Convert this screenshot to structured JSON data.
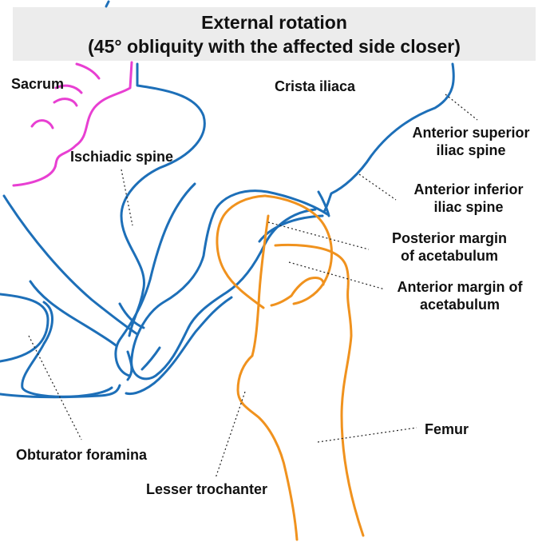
{
  "title": {
    "line1": "External rotation",
    "line2": "(45° obliquity with the affected side closer)"
  },
  "labels": {
    "sacrum": "Sacrum",
    "crista_iliaca": "Crista iliaca",
    "asis_line1": "Anterior superior",
    "asis_line2": "iliac spine",
    "ischiadic_spine": "Ischiadic spine",
    "aiis_line1": "Anterior inferior",
    "aiis_line2": "iliac spine",
    "posterior_margin_line1": "Posterior margin",
    "posterior_margin_line2": "of acetabulum",
    "anterior_margin_line1": "Anterior margin of",
    "anterior_margin_line2": "acetabulum",
    "femur": "Femur",
    "obturator_foramina": "Obturator foramina",
    "lesser_trochanter": "Lesser trochanter"
  },
  "colors": {
    "pelvis": "#1d6fb8",
    "femur": "#f0921e",
    "sacrum": "#e83fd2",
    "title_background": "#ececec"
  }
}
